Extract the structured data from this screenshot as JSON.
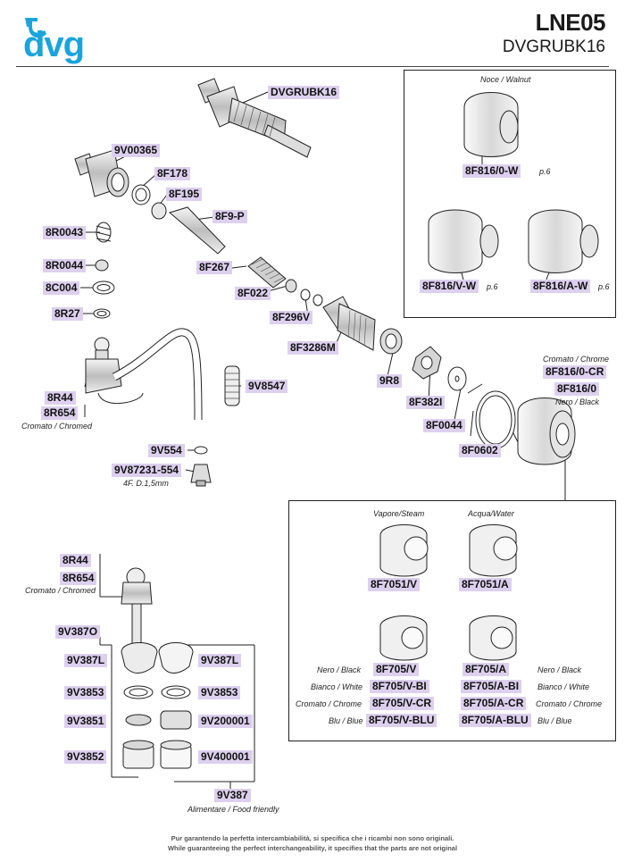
{
  "header": {
    "model": "LNE05",
    "code": "DVGRUBK16",
    "brand": "dvg"
  },
  "colors": {
    "brand_blue": "#1aa4dc",
    "label_bg": "#ddd0ee"
  },
  "labels": {
    "dvgrubk16": "DVGRUBK16",
    "9v00365": "9V00365",
    "8f178": "8F178",
    "8f195": "8F195",
    "8f9p": "8F9-P",
    "8r0043": "8R0043",
    "8r0044": "8R0044",
    "8c004": "8C004",
    "8r27": "8R27",
    "8f267": "8F267",
    "8f022": "8F022",
    "8f296v": "8F296V",
    "8f3286m": "8F3286M",
    "9r8": "9R8",
    "8f382i": "8F382I",
    "8f0044": "8F0044",
    "8f0602": "8F0602",
    "8r44_a": "8R44",
    "8r654_a": "8R654",
    "9v8547": "9V8547",
    "9v554": "9V554",
    "9v87231": "9V87231-554",
    "8f816_0w": "8F816/0-W",
    "8f816_vw": "8F816/V-W",
    "8f816_aw": "8F816/A-W",
    "8f816_0cr": "8F816/0-CR",
    "8f816_0": "8F816/0",
    "8f7051v": "8F7051/V",
    "8f7051a": "8F7051/A",
    "8f705v": "8F705/V",
    "8f705a": "8F705/A",
    "8f705vbi": "8F705/V-BI",
    "8f705abi": "8F705/A-BI",
    "8f705vcr": "8F705/V-CR",
    "8f705acr": "8F705/A-CR",
    "8f705vblu": "8F705/V-BLU",
    "8f705ablu": "8F705/A-BLU",
    "8r44_b": "8R44",
    "8r654_b": "8R654",
    "9v387o": "9V387O",
    "9v387l_l": "9V387L",
    "9v387l_r": "9V387L",
    "9v3853_l": "9V3853",
    "9v3853_r": "9V3853",
    "9v3851": "9V3851",
    "9v200001": "9V200001",
    "9v3852": "9V3852",
    "9v400001": "9V400001",
    "9v387": "9V387"
  },
  "captions": {
    "noce_walnut": "Noce / Walnut",
    "p6_a": "p.6",
    "p6_b": "p.6",
    "p6_c": "p.6",
    "cromato_chrome_top": "Cromato / Chrome",
    "nero_black_top": "Nero / Black",
    "cromato_chromed_a": "Cromato / Chromed",
    "fitting_spec": "4F. D.1,5mm",
    "vapore_steam": "Vapore/Steam",
    "acqua_water": "Acqua/Water",
    "nero_black_l": "Nero / Black",
    "nero_black_r": "Nero / Black",
    "bianco_white_l": "Bianco / White",
    "bianco_white_r": "Bianco / White",
    "cromato_chrome_l": "Cromato / Chrome",
    "cromato_chrome_r": "Cromato / Chrome",
    "blu_blue_l": "Blu / Blue",
    "blu_blue_r": "Blu / Blue",
    "cromato_chromed_b": "Cromato / Chromed",
    "food_friendly": "Alimentare / Food friendly"
  },
  "footer": {
    "line1": "Pur garantendo la perfetta intercambiabilità, si specifica che i ricambi non sono originali.",
    "line2": "While guaranteeing the perfect interchangeability, it specifies that the parts are not original"
  }
}
